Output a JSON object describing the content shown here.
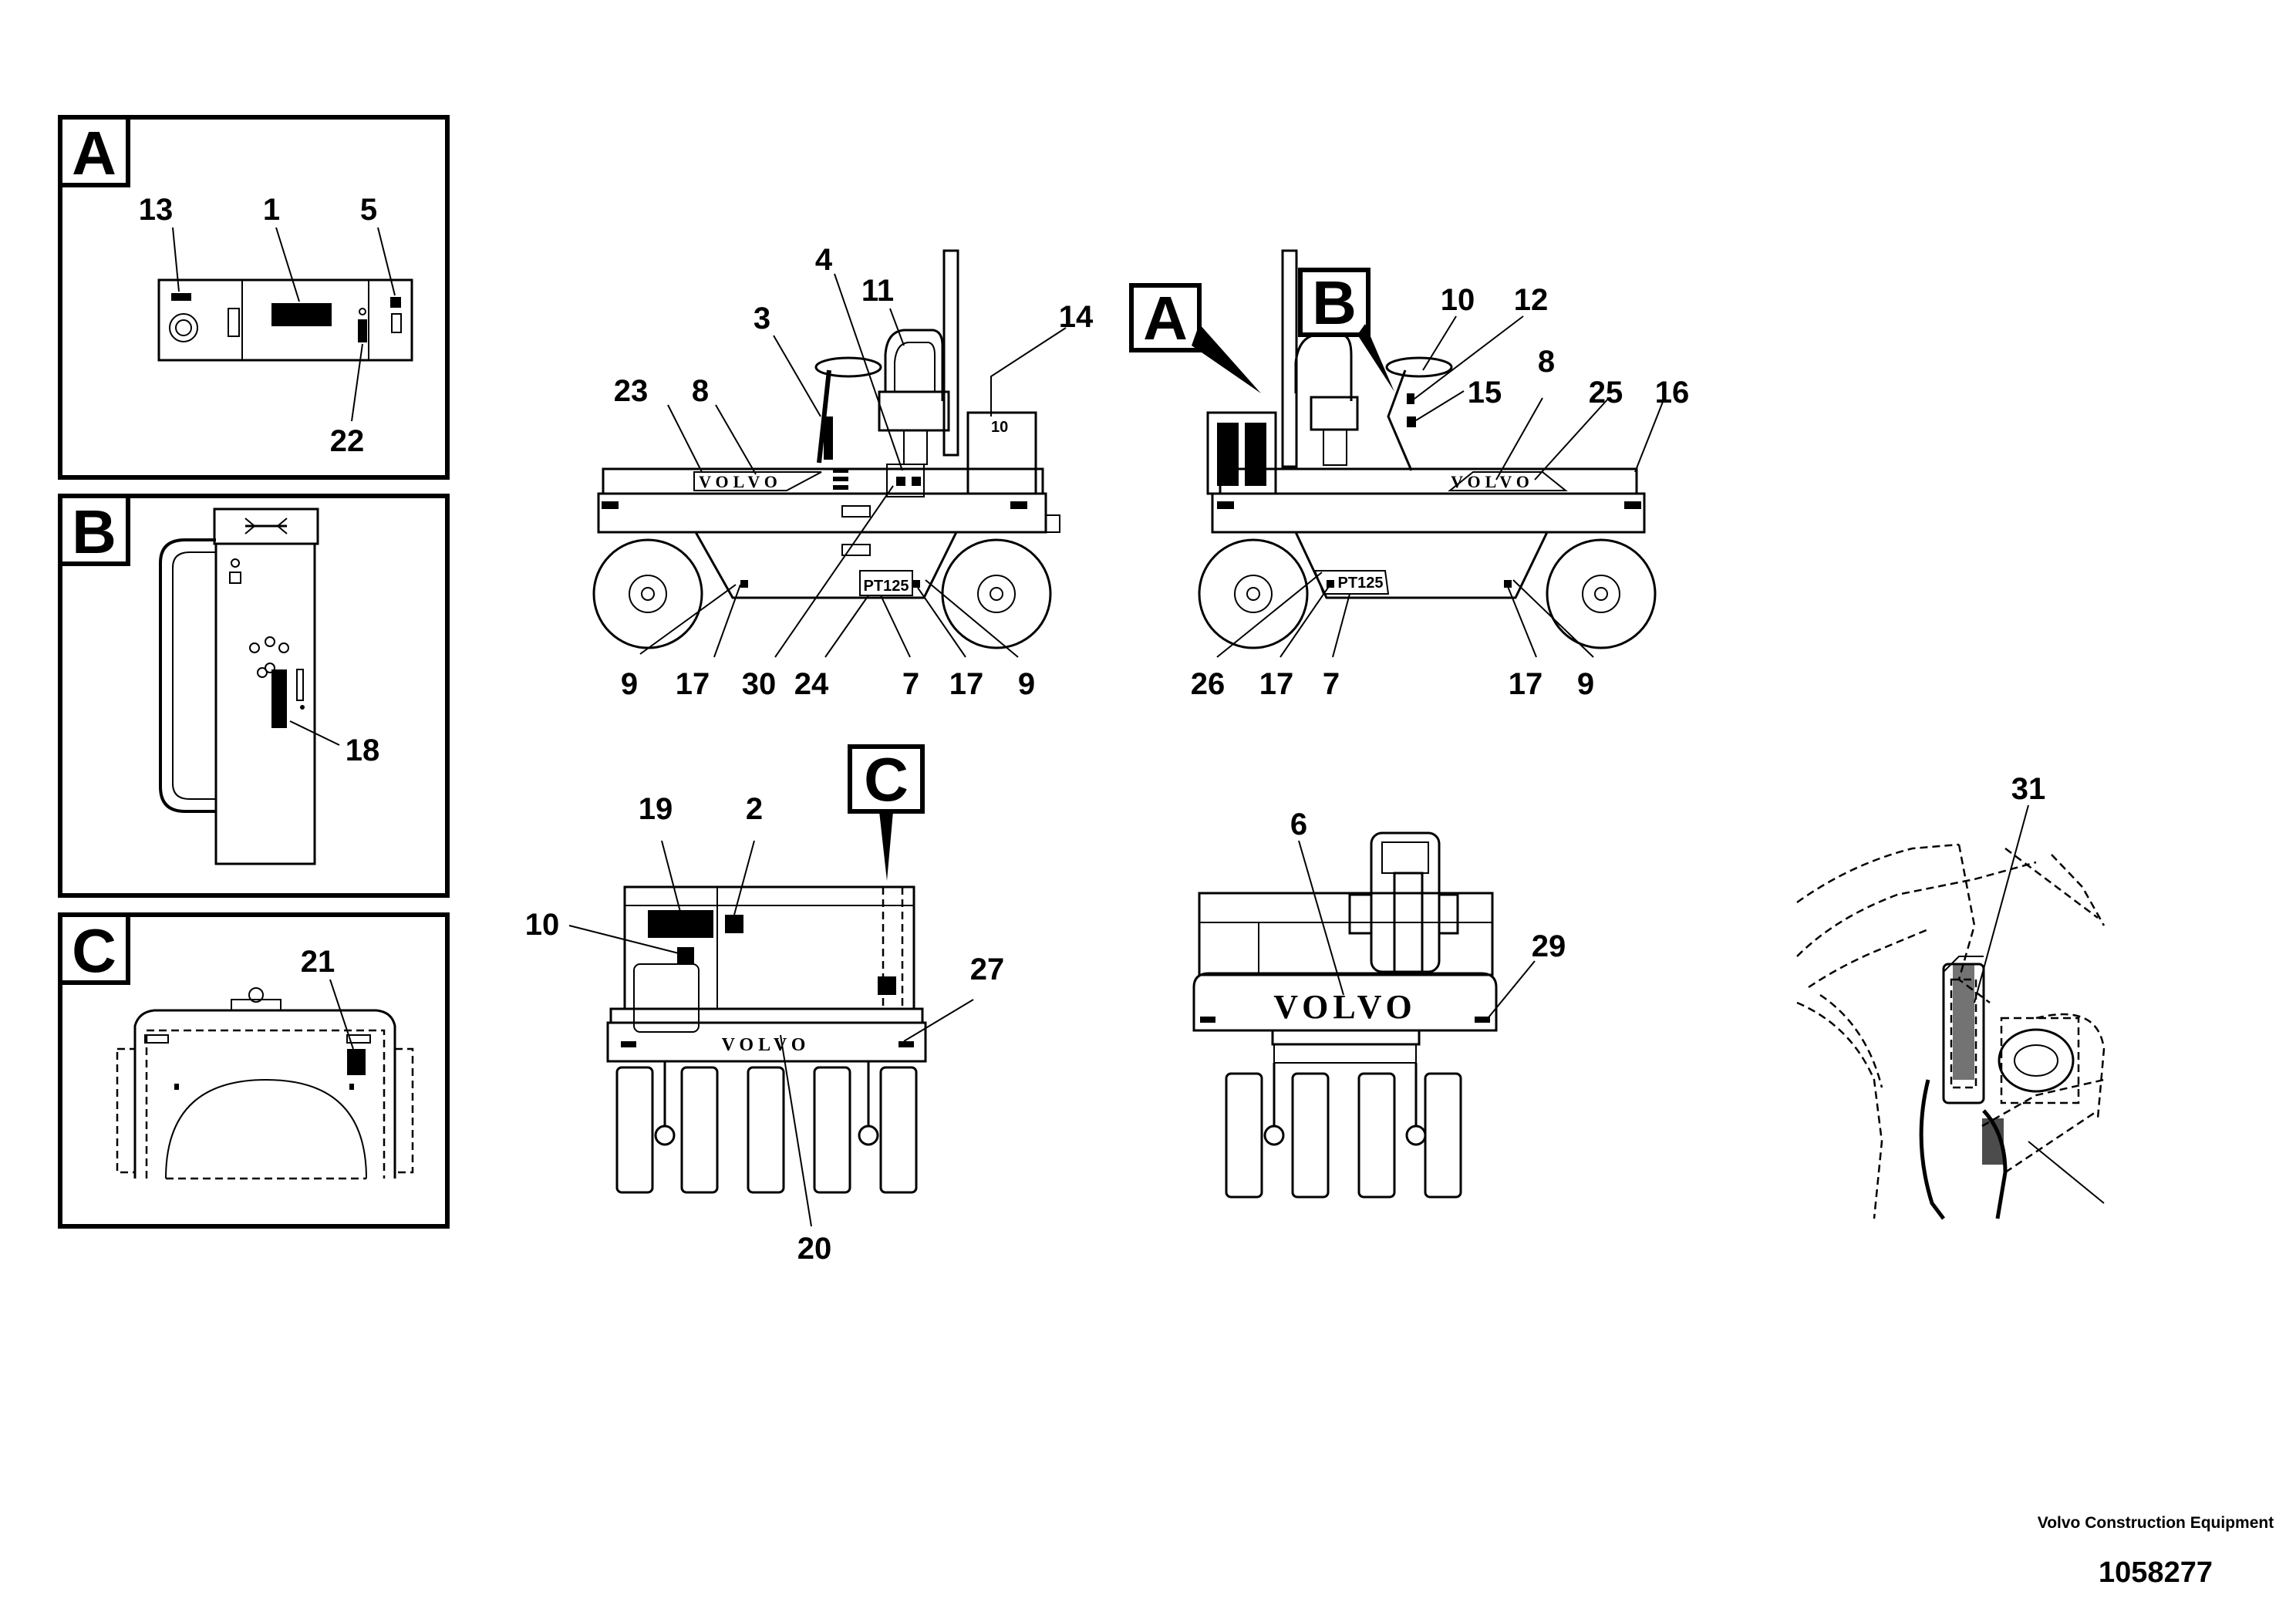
{
  "panels": {
    "a": {
      "tag": "A",
      "callouts": [
        "13",
        "1",
        "5",
        "22"
      ]
    },
    "b": {
      "tag": "B",
      "callouts": [
        "18"
      ]
    },
    "c": {
      "tag": "C",
      "callouts": [
        "21"
      ]
    }
  },
  "side_left": {
    "callouts": [
      "4",
      "11",
      "3",
      "14",
      "23",
      "8",
      "9",
      "17",
      "30",
      "24",
      "7",
      "17",
      "9"
    ],
    "logo": "VOLVO",
    "model_decal": "PT125"
  },
  "side_right": {
    "tags": [
      "A",
      "B"
    ],
    "callouts": [
      "10",
      "12",
      "15",
      "8",
      "25",
      "16",
      "26",
      "17",
      "7",
      "17",
      "9"
    ],
    "logo": "VOLVO",
    "model_decal": "PT125"
  },
  "rear_view": {
    "tag": "C",
    "callouts": [
      "19",
      "2",
      "10",
      "27",
      "20"
    ],
    "logo": "VOLVO"
  },
  "front_view": {
    "callouts": [
      "6",
      "29"
    ],
    "logo": "VOLVO"
  },
  "detail_view": {
    "callouts": [
      "31"
    ]
  },
  "footer": {
    "company": "Volvo Construction Equipment",
    "drawing_number": "1058277"
  }
}
